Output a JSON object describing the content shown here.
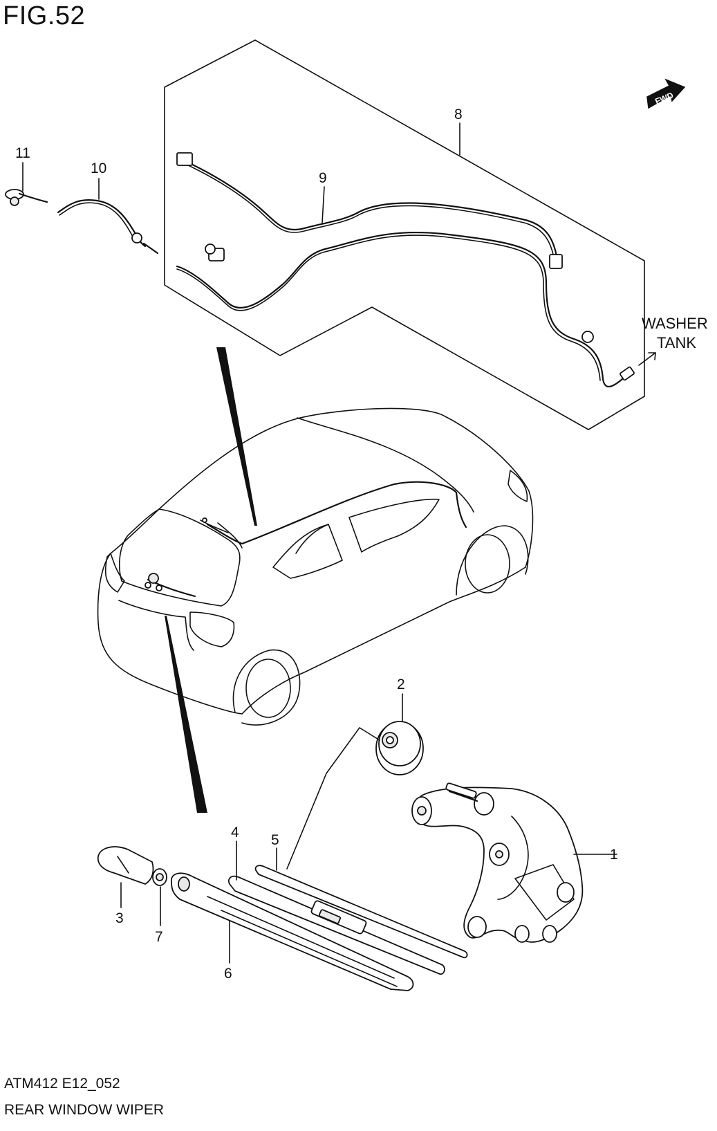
{
  "figure": {
    "title": "FIG.52",
    "code": "ATM412 E12_052",
    "name": "REAR WINDOW WIPER"
  },
  "labels": {
    "fwd": "FWD",
    "washer_line1": "WASHER",
    "washer_line2": "TANK"
  },
  "callouts": [
    "1",
    "2",
    "3",
    "4",
    "5",
    "6",
    "7",
    "8",
    "9",
    "10",
    "11"
  ]
}
